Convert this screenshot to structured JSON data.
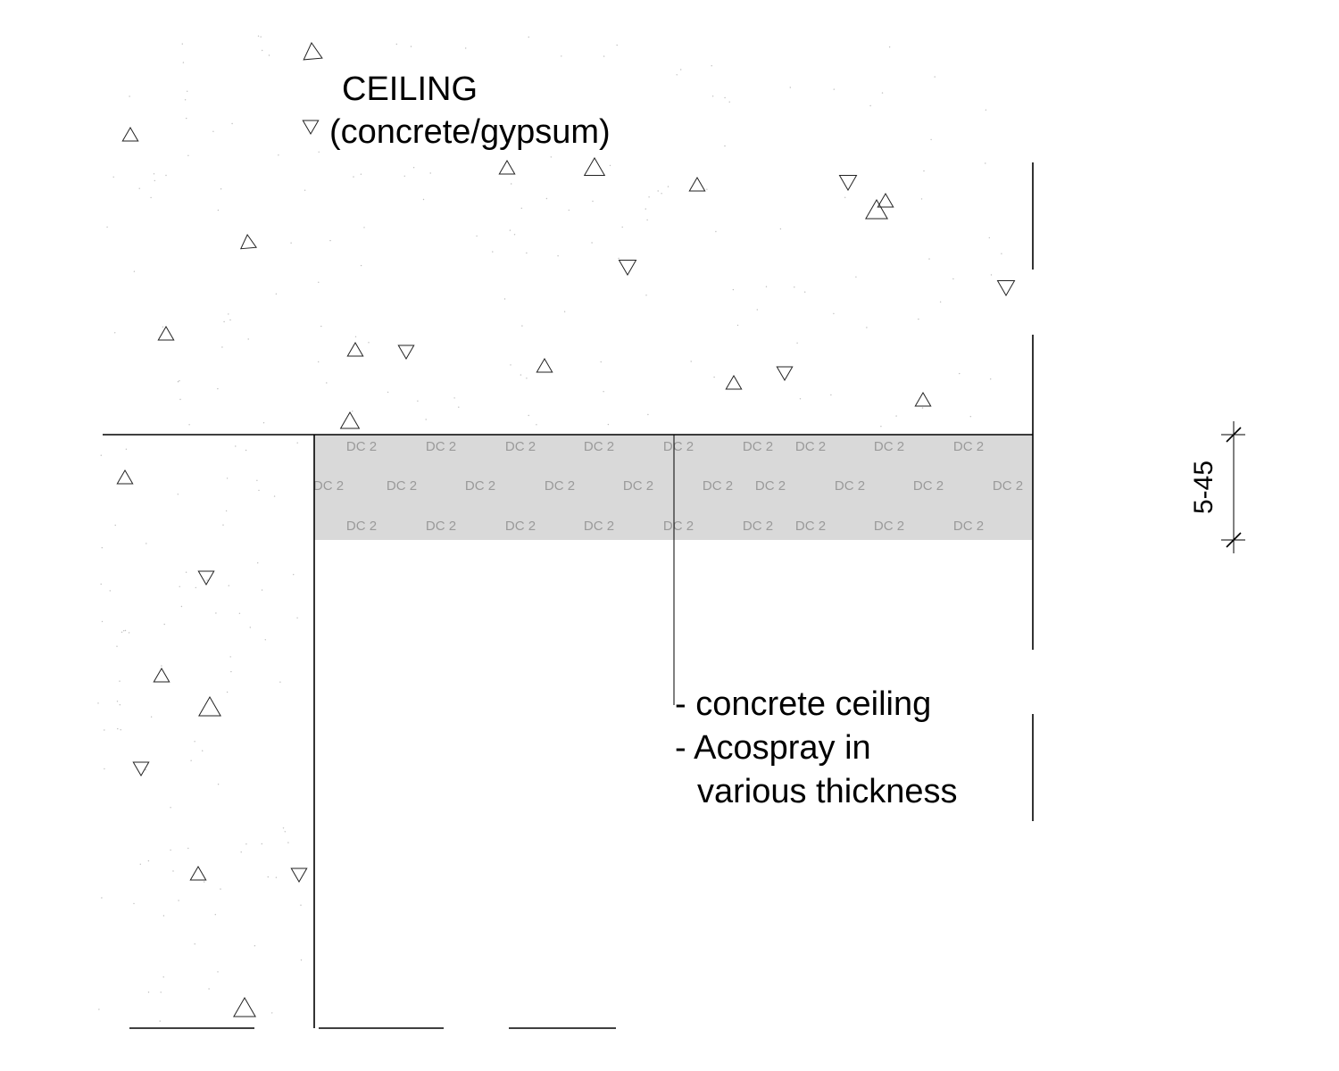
{
  "diagram": {
    "ceiling_label_line1": "CEILING",
    "ceiling_label_line2": "(concrete/gypsum)",
    "note_line1": "- concrete ceiling",
    "note_line2": "- Acospray in",
    "note_line3": "various thickness",
    "dimension_text": "5-45",
    "hatch_label": "DC 2",
    "colors": {
      "line": "#000000",
      "spray_layer_fill": "#d9d9d9",
      "hatch_text": "#9a9a9a"
    }
  }
}
